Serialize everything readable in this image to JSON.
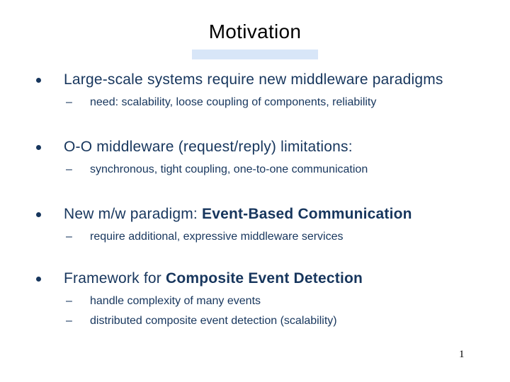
{
  "slide": {
    "title": "Motivation",
    "page_number": "1",
    "dash_glyph": "–",
    "colors": {
      "body_text": "#17365d",
      "title_text": "#000000",
      "accent_bar": "#d8e6f8",
      "background": "#ffffff"
    },
    "bullets": [
      {
        "text": "Large-scale systems require new middleware paradigms",
        "bold_text": "",
        "subs": [
          "need: scalability, loose coupling of components, reliability"
        ]
      },
      {
        "text": "O-O middleware (request/reply) limitations:",
        "bold_text": "",
        "subs": [
          "synchronous, tight coupling, one-to-one communication"
        ]
      },
      {
        "text": "New m/w paradigm: ",
        "bold_text": "Event-Based Communication",
        "subs": [
          "require additional, expressive middleware services"
        ]
      },
      {
        "text": "Framework for ",
        "bold_text": "Composite Event Detection",
        "subs": [
          "handle complexity of many events",
          "distributed composite event detection (scalability)"
        ]
      }
    ]
  }
}
